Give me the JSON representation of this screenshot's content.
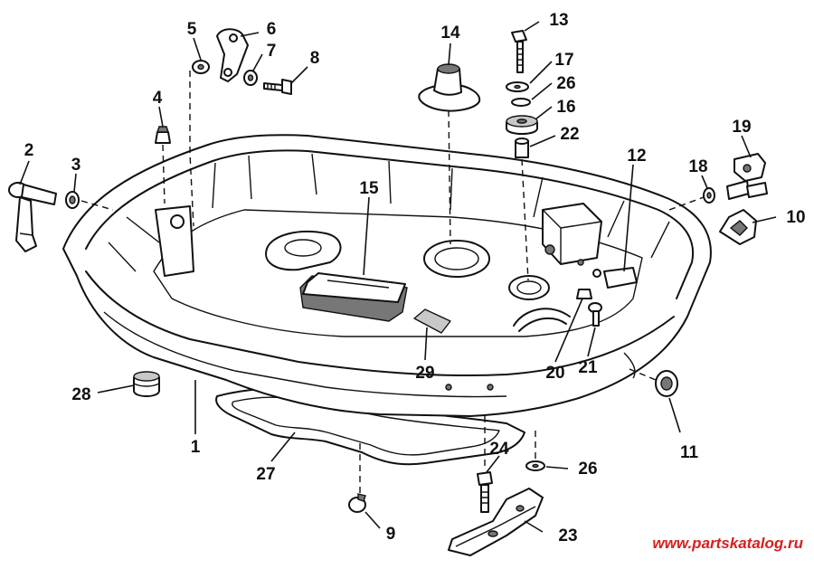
{
  "watermark": {
    "text": "www.partskatalog.ru",
    "color": "#d62020"
  },
  "parts": [
    {
      "id": "p1",
      "label": "1"
    },
    {
      "id": "p2",
      "label": "2"
    },
    {
      "id": "p3",
      "label": "3"
    },
    {
      "id": "p4",
      "label": "4"
    },
    {
      "id": "p5",
      "label": "5"
    },
    {
      "id": "p6",
      "label": "6"
    },
    {
      "id": "p7",
      "label": "7"
    },
    {
      "id": "p8",
      "label": "8"
    },
    {
      "id": "p9",
      "label": "9"
    },
    {
      "id": "p10",
      "label": "10"
    },
    {
      "id": "p11",
      "label": "11"
    },
    {
      "id": "p12",
      "label": "12"
    },
    {
      "id": "p13",
      "label": "13"
    },
    {
      "id": "p14",
      "label": "14"
    },
    {
      "id": "p15",
      "label": "15"
    },
    {
      "id": "p16",
      "label": "16"
    },
    {
      "id": "p17",
      "label": "17"
    },
    {
      "id": "p18",
      "label": "18"
    },
    {
      "id": "p19",
      "label": "19"
    },
    {
      "id": "p20",
      "label": "20"
    },
    {
      "id": "p21",
      "label": "21"
    },
    {
      "id": "p22",
      "label": "22"
    },
    {
      "id": "p23",
      "label": "23"
    },
    {
      "id": "p24",
      "label": "24"
    },
    {
      "id": "p26a",
      "label": "26"
    },
    {
      "id": "p26b",
      "label": "26"
    },
    {
      "id": "p27",
      "label": "27"
    },
    {
      "id": "p28",
      "label": "28"
    },
    {
      "id": "p29",
      "label": "29"
    }
  ]
}
